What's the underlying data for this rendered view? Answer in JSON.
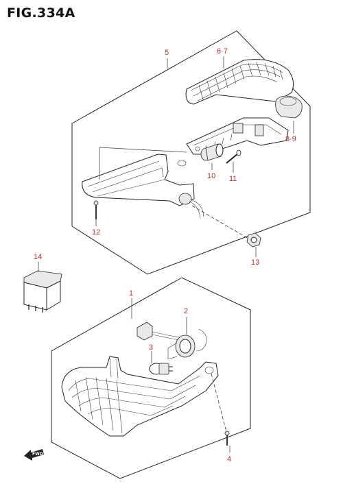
{
  "figure": {
    "title": "FIG.334A"
  },
  "callouts": {
    "p1": "1",
    "p2": "2",
    "p3": "3",
    "p4": "4",
    "p5": "5",
    "p67": "6·7",
    "p89": "8·9",
    "p10": "10",
    "p11": "11",
    "p12": "12",
    "p13": "13",
    "p14": "14"
  },
  "fwd_arrow": {
    "label": "FWD"
  },
  "colors": {
    "callout": "#b0332f",
    "line": "#222222"
  }
}
